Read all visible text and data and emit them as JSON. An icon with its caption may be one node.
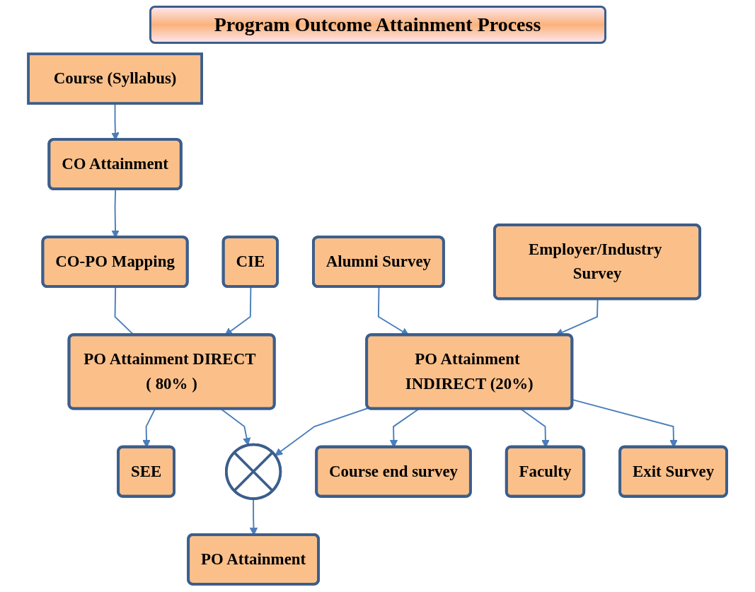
{
  "diagram": {
    "title": "Program Outcome Attainment Process",
    "nodes": [
      {
        "text": [
          "Course (Syllabus)"
        ]
      },
      {
        "text": [
          "CO Attainment"
        ]
      },
      {
        "text": [
          "CO-PO Mapping"
        ]
      },
      {
        "text": [
          "PO Attainment DIRECT ( 80% )"
        ]
      },
      {
        "text": [
          "CIE"
        ]
      },
      {
        "text": [
          "SEE"
        ]
      },
      {
        "text": [],
        "shape": "circle"
      },
      {
        "text": [
          "PO Attainment"
        ]
      },
      {
        "text": [
          "PO Attainment INDIRECT (20%)"
        ]
      },
      {
        "text": [
          "Alumni Survey"
        ]
      },
      {
        "text": [
          "Employer/Industry Survey"
        ]
      },
      {
        "text": [
          "Course end survey"
        ]
      },
      {
        "text": [
          "Faculty"
        ]
      },
      {
        "text": [
          "Exit Survey"
        ]
      }
    ],
    "edges": [
      {
        "from": 0,
        "to": 1,
        "arrow": "to"
      },
      {
        "from": 1,
        "to": 2,
        "arrow": "to"
      },
      {
        "from": 2,
        "to": 3,
        "arrow": "none"
      },
      {
        "from": 4,
        "to": 3,
        "arrow": "to"
      },
      {
        "from": 3,
        "to": 5,
        "arrow": "to"
      },
      {
        "from": 3,
        "to": 6,
        "arrow": "to"
      },
      {
        "from": 8,
        "to": 6,
        "arrow": "to"
      },
      {
        "from": 6,
        "to": 7,
        "arrow": "to"
      },
      {
        "from": 9,
        "to": 8,
        "arrow": "to"
      },
      {
        "from": 10,
        "to": 8,
        "arrow": "to"
      },
      {
        "from": 8,
        "to": 11,
        "arrow": "to"
      },
      {
        "from": 8,
        "to": 12,
        "arrow": "to"
      },
      {
        "from": 8,
        "to": 13,
        "arrow": "to"
      }
    ]
  }
}
